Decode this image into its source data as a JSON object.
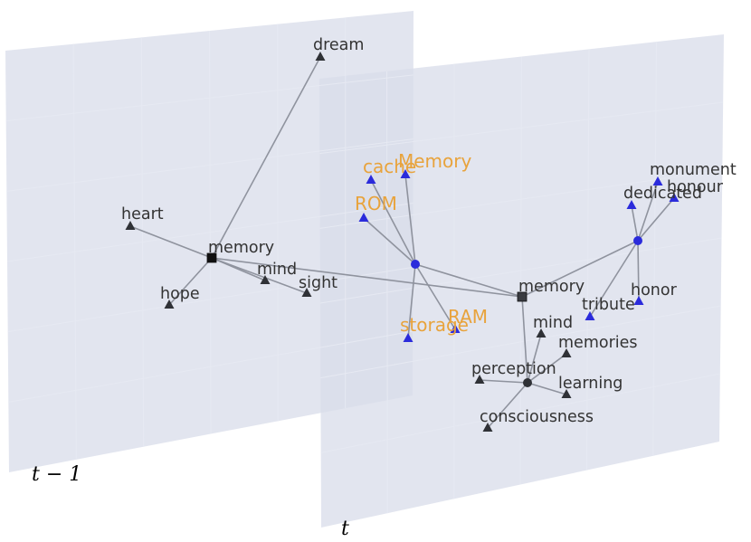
{
  "colors": {
    "plane_fill": "#d8dcea",
    "plane_overlap": "#c2c7d9",
    "edge": "#8f939e",
    "node_dark": "#2f3136",
    "node_blue": "#2b2bdb",
    "text_dark": "#333333",
    "text_orange": "#e8a33c"
  },
  "planes": {
    "previous": {
      "label": "t − 1"
    },
    "current": {
      "label": "t"
    }
  },
  "graph_prev": {
    "center": {
      "id": "memory_prev",
      "label": "memory"
    },
    "neighbors": [
      {
        "id": "dream",
        "label": "dream"
      },
      {
        "id": "heart",
        "label": "heart"
      },
      {
        "id": "hope",
        "label": "hope"
      },
      {
        "id": "mind_prev",
        "label": "mind"
      },
      {
        "id": "sight",
        "label": "sight"
      }
    ]
  },
  "graph_curr": {
    "center": {
      "id": "memory_curr",
      "label": "memory"
    },
    "hubs": [
      {
        "id": "hub_computer",
        "style": "blue",
        "neighbors": [
          {
            "id": "cache",
            "label": "cache",
            "color": "orange"
          },
          {
            "id": "Memory",
            "label": "Memory",
            "color": "orange"
          },
          {
            "id": "ROM",
            "label": "ROM",
            "color": "orange"
          },
          {
            "id": "storage",
            "label": "storage",
            "color": "orange"
          },
          {
            "id": "RAM",
            "label": "RAM",
            "color": "orange"
          }
        ]
      },
      {
        "id": "hub_honor",
        "style": "blue",
        "neighbors": [
          {
            "id": "monument",
            "label": "monument",
            "color": "dark"
          },
          {
            "id": "honour",
            "label": "honour",
            "color": "dark"
          },
          {
            "id": "dedicated",
            "label": "dedicated",
            "color": "dark"
          },
          {
            "id": "honor",
            "label": "honor",
            "color": "dark"
          },
          {
            "id": "tribute",
            "label": "tribute",
            "color": "dark"
          }
        ]
      },
      {
        "id": "hub_mind",
        "style": "dark",
        "neighbors": [
          {
            "id": "mind_curr",
            "label": "mind",
            "color": "dark"
          },
          {
            "id": "memories",
            "label": "memories",
            "color": "dark"
          },
          {
            "id": "perception",
            "label": "perception",
            "color": "dark"
          },
          {
            "id": "learning",
            "label": "learning",
            "color": "dark"
          },
          {
            "id": "consciousness",
            "label": "consciousness",
            "color": "dark"
          }
        ]
      }
    ]
  },
  "cross_edge": {
    "from": "memory_prev",
    "to": "memory_curr"
  }
}
